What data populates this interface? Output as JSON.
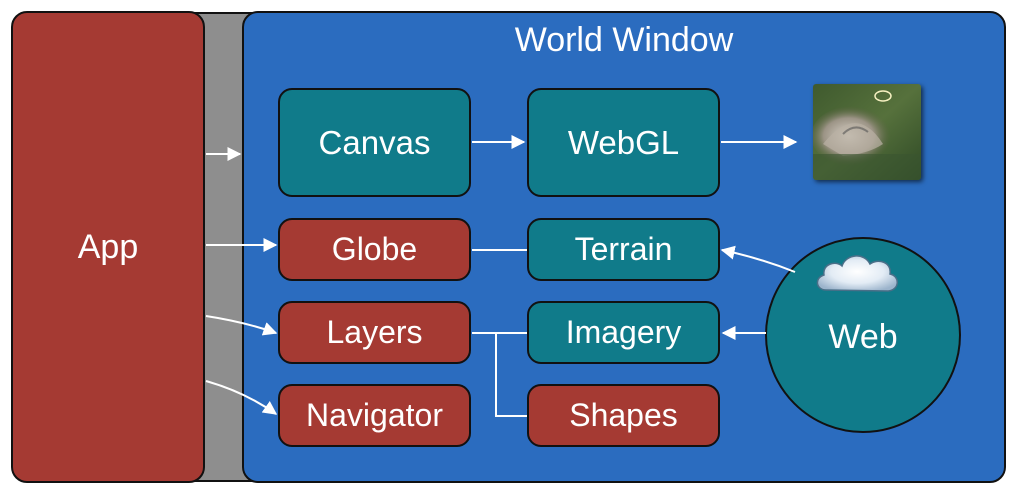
{
  "app": {
    "label": "App"
  },
  "world_window": {
    "title": "World Window"
  },
  "nodes": {
    "canvas": "Canvas",
    "webgl": "WebGL",
    "globe": "Globe",
    "terrain": "Terrain",
    "layers": "Layers",
    "imagery": "Imagery",
    "navigator": "Navigator",
    "shapes": "Shapes",
    "web": "Web"
  },
  "colors": {
    "app_red": "#a53a33",
    "world_blue": "#2b6cbf",
    "component_teal": "#107b8a",
    "connector_gray": "#8e8e8e"
  },
  "icons": [
    "cloud-icon",
    "terrain-thumbnail-image"
  ]
}
